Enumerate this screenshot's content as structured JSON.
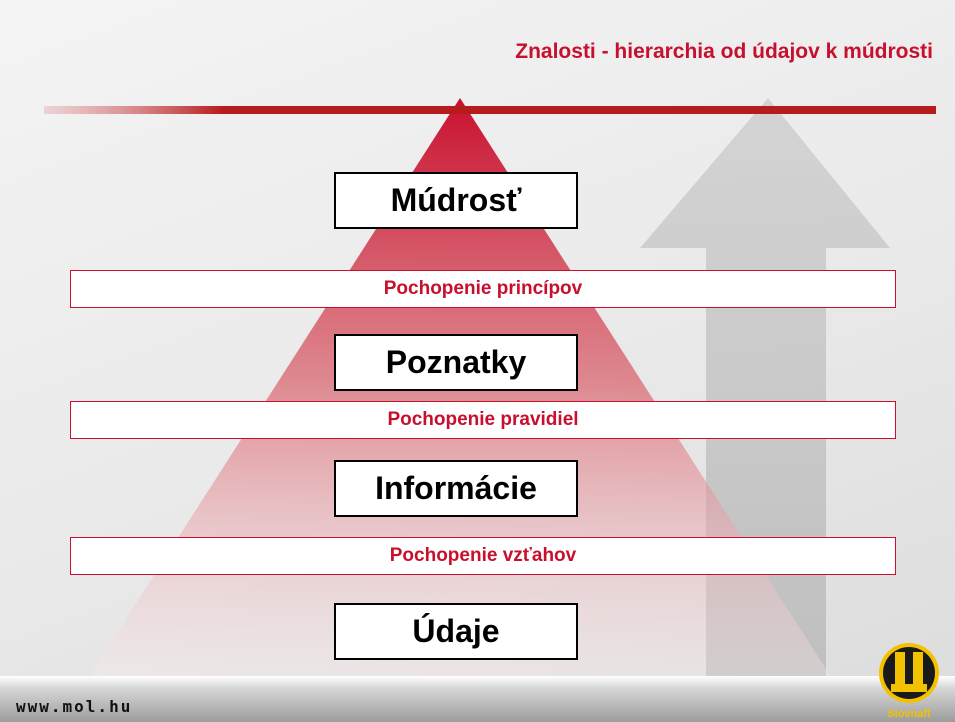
{
  "slide": {
    "title": "Znalosti - hierarchia od údajov k múdrosti",
    "levels": [
      {
        "label": "Múdrosť"
      },
      {
        "label": "Poznatky"
      },
      {
        "label": "Informácie"
      },
      {
        "label": "Údaje"
      }
    ],
    "bands": [
      {
        "label": "Pochopenie princípov"
      },
      {
        "label": "Pochopenie pravidiel"
      },
      {
        "label": "Pochopenie vzťahov"
      }
    ]
  },
  "footer": {
    "url": "www.mol.hu",
    "logo_text": "Slovnaft"
  },
  "colors": {
    "accent": "#c8102e",
    "arrow": "#c4c4c4",
    "text": "#000000",
    "logo": "#f2c200"
  }
}
